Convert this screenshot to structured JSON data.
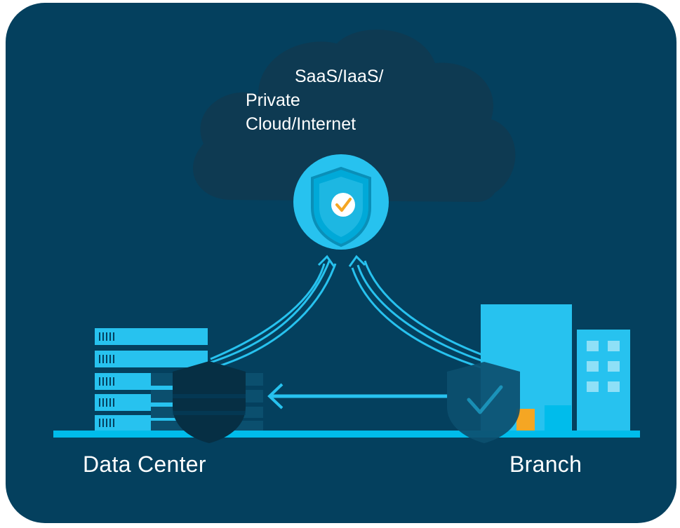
{
  "diagram": {
    "cloud": {
      "label_lines": [
        "SaaS/IaaS/",
        "Private",
        "Cloud/Internet"
      ],
      "icon": "shield-check-icon"
    },
    "nodes": {
      "data_center": {
        "label": "Data Center",
        "icon": "server-rack-icon"
      },
      "branch": {
        "label": "Branch",
        "icon": "office-building-icon"
      }
    },
    "colors": {
      "background": "#04405e",
      "cloud": "#0e3a52",
      "accent": "#00bceb",
      "light_accent": "#27c2ef",
      "dark_shield": "#043249",
      "highlight": "#f5a623"
    }
  }
}
